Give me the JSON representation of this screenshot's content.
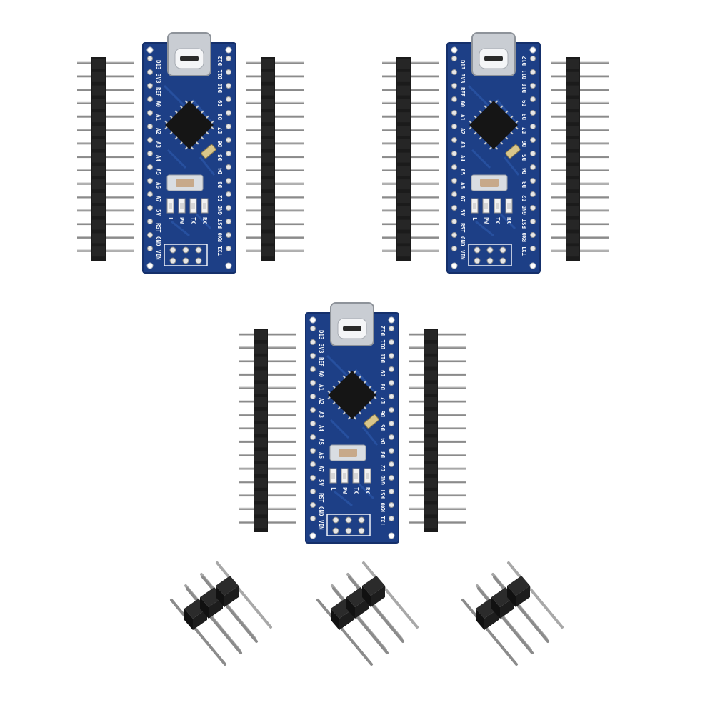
{
  "pcb_labels": {
    "left_column": [
      "D13",
      "3V3",
      "REF",
      "A0",
      "A1",
      "A2",
      "A3",
      "A4",
      "A5",
      "A6",
      "A7",
      "5V",
      "RST",
      "GND",
      "VIN"
    ],
    "right_column": [
      "D12",
      "D11",
      "D10",
      "D9",
      "D8",
      "D7",
      "D6",
      "D5",
      "D4",
      "D3",
      "D2",
      "GND",
      "RST",
      "RX0",
      "TX1"
    ],
    "leds": [
      "L",
      "PW",
      "TX",
      "RX"
    ]
  },
  "colors": {
    "pcb": "#1d3f86",
    "pcb_edge": "#15306b",
    "header_plastic": "#1b1b1b",
    "pin_metal": "#8b8b8b",
    "usb_metal": "#c9cdd3",
    "background": "#ffffff"
  },
  "items": {
    "boards": 3,
    "long_headers": 6,
    "short_headers": 3
  }
}
